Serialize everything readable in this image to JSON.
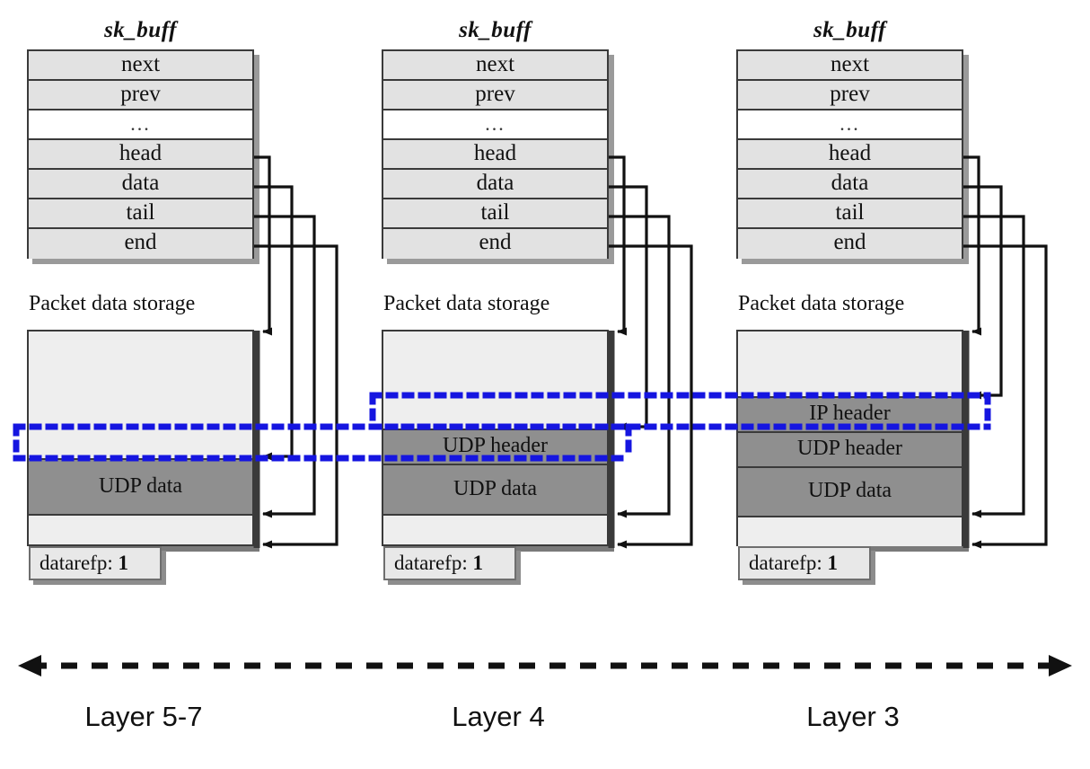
{
  "figure": {
    "kind": "linux-sk_buff-packet-flow-diagram",
    "blue_accent": "#1515e0",
    "struct_fill": "#e2e2e2",
    "storage_fill": "#eeeeee",
    "payload_fill": "#8f8f8f"
  },
  "columns": [
    {
      "id": "layer57",
      "skb_title": "sk_buff",
      "fields": [
        "next",
        "prev",
        "...",
        "head",
        "data",
        "tail",
        "end"
      ],
      "storage_title": "Packet data storage",
      "segments": [
        {
          "label": "",
          "kind": "free",
          "height": 141
        },
        {
          "label": "UDP data",
          "kind": "data",
          "height": 62
        },
        {
          "label": "",
          "kind": "tailroom",
          "height": 36
        }
      ],
      "datarefp_label": "datarefp:",
      "datarefp_value": "1",
      "layer_label": "Layer 5-7"
    },
    {
      "id": "layer4",
      "skb_title": "sk_buff",
      "fields": [
        "next",
        "prev",
        "...",
        "head",
        "data",
        "tail",
        "end"
      ],
      "storage_title": "Packet data storage",
      "segments": [
        {
          "label": "",
          "kind": "free",
          "height": 108
        },
        {
          "label": "UDP header",
          "kind": "hdr",
          "height": 37
        },
        {
          "label": "UDP data",
          "kind": "data",
          "height": 58
        },
        {
          "label": "",
          "kind": "tailroom",
          "height": 36
        }
      ],
      "datarefp_label": "datarefp:",
      "datarefp_value": "1",
      "layer_label": "Layer 4"
    },
    {
      "id": "layer3",
      "skb_title": "sk_buff",
      "fields": [
        "next",
        "prev",
        "...",
        "head",
        "data",
        "tail",
        "end"
      ],
      "storage_title": "Packet data storage",
      "segments": [
        {
          "label": "",
          "kind": "free",
          "height": 72
        },
        {
          "label": "IP header",
          "kind": "hdr",
          "height": 37
        },
        {
          "label": "UDP header",
          "kind": "hdr",
          "height": 37
        },
        {
          "label": "UDP data",
          "kind": "data",
          "height": 57
        },
        {
          "label": "",
          "kind": "tailroom",
          "height": 36
        }
      ],
      "datarefp_label": "datarefp:",
      "datarefp_value": "1",
      "layer_label": "Layer 3"
    }
  ],
  "axis": {
    "style": "double-headed-dashed-arrow",
    "labels": [
      "Layer 5-7",
      "Layer 4",
      "Layer 3"
    ]
  }
}
